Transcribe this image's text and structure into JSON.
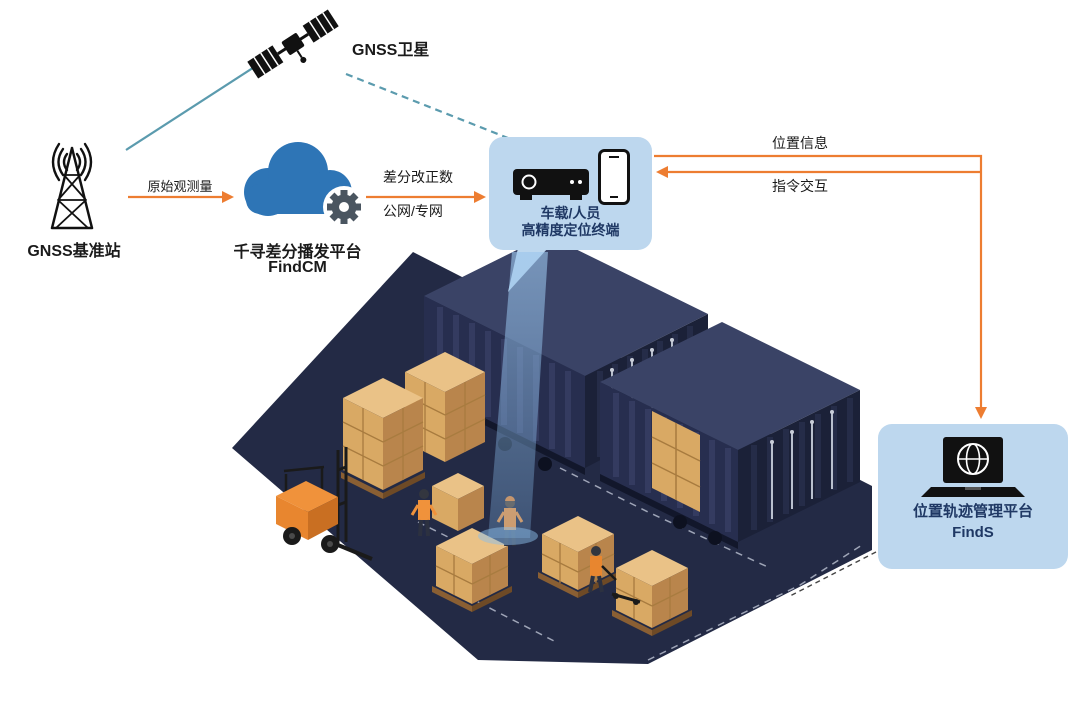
{
  "nodes": {
    "satellite": {
      "label": "GNSS卫星"
    },
    "base_station": {
      "label": "GNSS基准站"
    },
    "cloud_platform": {
      "name": "千寻差分播发平台",
      "product": "FindCM"
    },
    "terminal": {
      "line1": "车载/人员",
      "line2": "高精度定位终端"
    },
    "management_platform": {
      "name": "位置轨迹管理平台",
      "product": "FindS"
    }
  },
  "flows": {
    "raw_observation": "原始观测量",
    "correction_line1": "差分改正数",
    "correction_line2": "公网/专网",
    "position_info": "位置信息",
    "command_interaction": "指令交互"
  },
  "colors": {
    "accent_orange": "#ED7D31",
    "link_blue": "#5B9BAE",
    "panel_blue": "#BDD7EE",
    "cloud_blue": "#2E75B6",
    "gear_gray": "#4A5560",
    "text_black": "#1A1A1A",
    "text_navy": "#1F3864",
    "floor_navy": "#232A45",
    "container_front": "#272E4F",
    "container_top": "#3A4366",
    "container_end": "#1B2138",
    "carton_tan": "#D9A964",
    "forklift_orange": "#E8862F",
    "beam_blue": "#8CBEE9"
  }
}
